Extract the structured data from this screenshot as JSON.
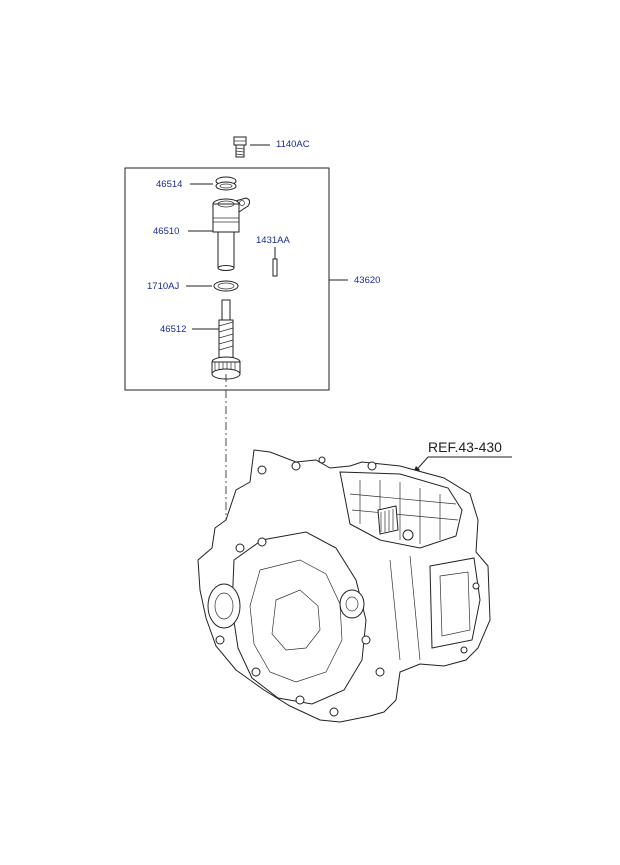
{
  "parts": {
    "bolt": "1140AC",
    "oring": "46514",
    "speedometer_sleeve": "46510",
    "pin": "1431AA",
    "gasket": "1710AJ",
    "driven_gear": "46512",
    "assembly": "43620"
  },
  "reference": "REF.43-430",
  "colors": {
    "label": "#1a2a9c",
    "line": "#222222"
  }
}
